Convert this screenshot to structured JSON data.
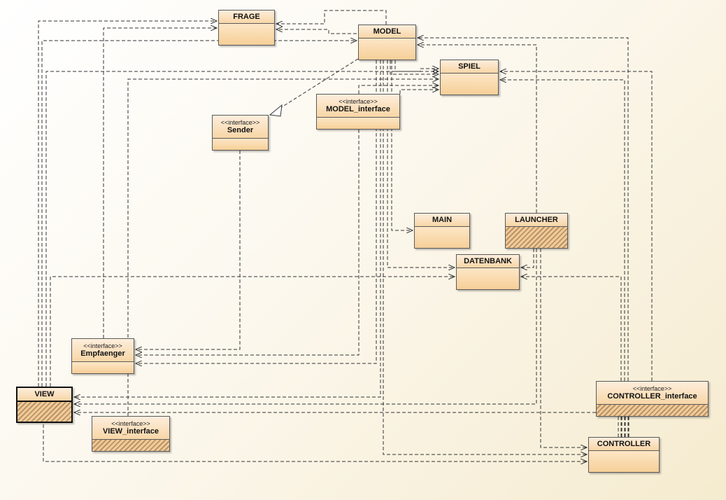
{
  "stereotype": "<<interface>>",
  "classes": {
    "frage": {
      "name": "FRAGE"
    },
    "model": {
      "name": "MODEL"
    },
    "spiel": {
      "name": "SPIEL"
    },
    "model_interface": {
      "name": "MODEL_interface"
    },
    "sender": {
      "name": "Sender"
    },
    "main": {
      "name": "MAIN"
    },
    "launcher": {
      "name": "LAUNCHER"
    },
    "datenbank": {
      "name": "DATENBANK"
    },
    "empfaenger": {
      "name": "Empfaenger"
    },
    "view": {
      "name": "VIEW"
    },
    "view_interface": {
      "name": "VIEW_interface"
    },
    "controller_interface": {
      "name": "CONTROLLER_interface"
    },
    "controller": {
      "name": "CONTROLLER"
    }
  },
  "colors": {
    "box_fill": "#f9d7a8",
    "edge": "#333333"
  }
}
